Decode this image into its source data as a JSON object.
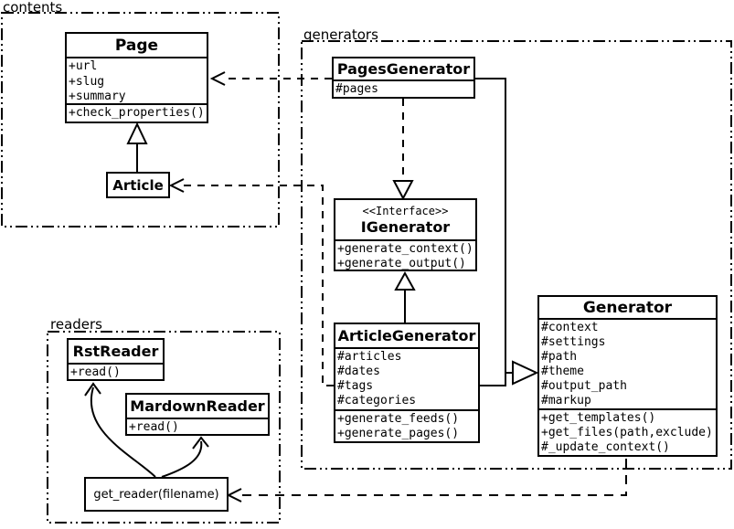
{
  "diagram": {
    "background": "#ffffff",
    "line_color": "#000000",
    "packages": {
      "contents": {
        "label": "contents"
      },
      "generators": {
        "label": "generators"
      },
      "readers": {
        "label": "readers"
      }
    },
    "classes": {
      "page": {
        "name": "Page",
        "attributes": [
          "+url",
          "+slug",
          "+summary"
        ],
        "methods": [
          "+check_properties()"
        ]
      },
      "article": {
        "name": "Article"
      },
      "pages_generator": {
        "name": "PagesGenerator",
        "attributes": [
          "#pages"
        ]
      },
      "igenerator": {
        "stereotype": "<<Interface>>",
        "name": "IGenerator",
        "methods": [
          "+generate_context()",
          "+generate_output()"
        ]
      },
      "article_generator": {
        "name": "ArticleGenerator",
        "attributes": [
          "#articles",
          "#dates",
          "#tags",
          "#categories"
        ],
        "methods": [
          "+generate_feeds()",
          "+generate_pages()"
        ]
      },
      "generator": {
        "name": "Generator",
        "attributes": [
          "#context",
          "#settings",
          "#path",
          "#theme",
          "#output_path",
          "#markup"
        ],
        "methods": [
          "+get_templates()",
          "+get_files(path,exclude)",
          "#_update_context()"
        ]
      },
      "rst_reader": {
        "name": "RstReader",
        "methods": [
          "+read()"
        ]
      },
      "mardown_reader": {
        "name": "MardownReader",
        "methods": [
          "+read()"
        ]
      },
      "get_reader": {
        "label": "get_reader(filename)"
      }
    }
  }
}
